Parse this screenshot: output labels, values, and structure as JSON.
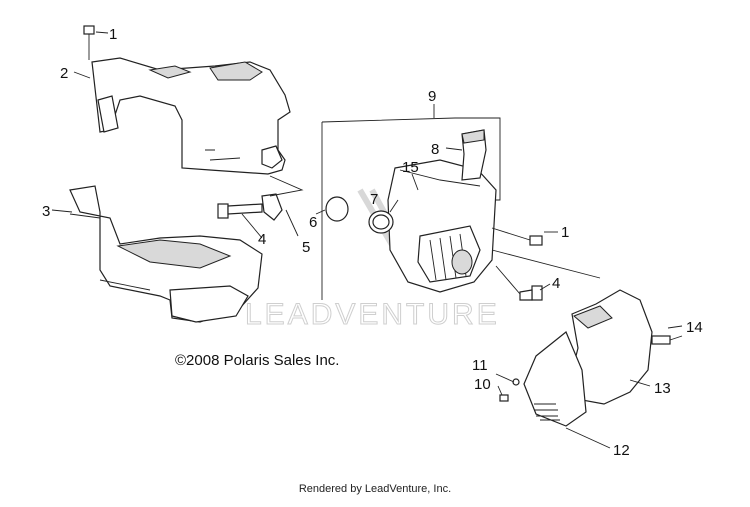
{
  "copyright": "©2008 Polaris Sales Inc.",
  "footer": "Rendered by LeadVenture, Inc.",
  "watermark": "LEADVENTURE",
  "callouts": [
    "1",
    "2",
    "3",
    "4",
    "5",
    "6",
    "7",
    "15",
    "8",
    "9",
    "1",
    "4",
    "14",
    "11",
    "10",
    "13",
    "12"
  ]
}
